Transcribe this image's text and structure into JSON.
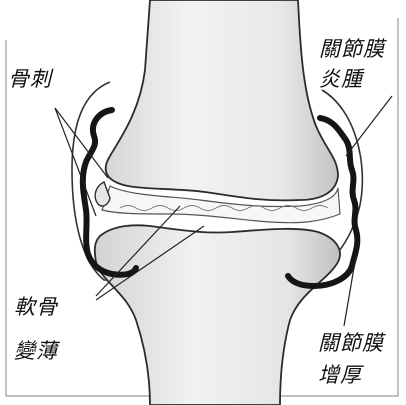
{
  "labels": {
    "osteophyte": "骨刺",
    "synovitis_line1": "關節膜",
    "synovitis_line2": "炎腫",
    "cartilage_line1": "軟骨",
    "cartilage_line2": "變薄",
    "thickening_line1": "關節膜",
    "thickening_line2": "增厚"
  },
  "colors": {
    "bone_fill": "#ebebeb",
    "bone_shade": "#c9c9c9",
    "capsule_outline": "#333333",
    "synovium_thick": "#151515",
    "cartilage": "#f7f7f7",
    "frame": "#9a9a9a",
    "leader_line": "#222222"
  },
  "icons": {
    "diagram": "knee-joint-osteoarthritis-cross-section"
  }
}
